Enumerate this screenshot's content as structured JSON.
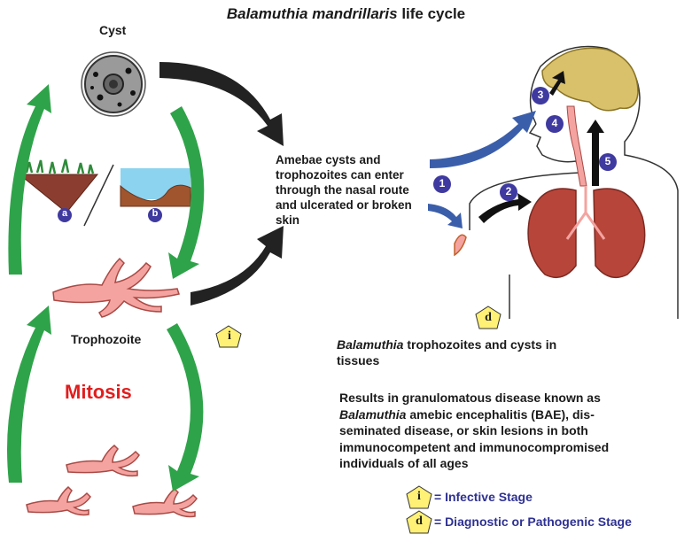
{
  "title": {
    "italic": "Balamuthia mandrillaris",
    "rest": "life cycle"
  },
  "labels": {
    "cyst": "Cyst",
    "trophozoite": "Trophozoite",
    "mitosis": "Mitosis",
    "soil_badge": "a",
    "water_badge": "b"
  },
  "entry_text": "Amebae cysts and trophozoites can enter through the nasal route and ulcerated or broken skin",
  "tissue_caption": {
    "italic": "Balamuthia",
    "rest": "trophozoites and cysts in tissues"
  },
  "results": {
    "line1": "Results in granulomatous disease known as",
    "line2_italic": "Balamuthia",
    "line2_rest": "amebic encephalitis (BAE), dis-",
    "line3": "seminated disease, or skin lesions in both",
    "line4": "immunocompetent and immunocompromised",
    "line5": "individuals of all ages"
  },
  "steps": [
    "1",
    "2",
    "3",
    "4",
    "5"
  ],
  "legend": [
    {
      "badge": "i",
      "text": "= Infective Stage"
    },
    {
      "badge": "d",
      "text": "= Diagnostic or Pathogenic Stage"
    }
  ],
  "colors": {
    "green_arrow": "#2fa34a",
    "dark_arrow": "#222222",
    "blue_arrow": "#3b5eaa",
    "brain": "#d9c06a",
    "lung": "#b8453a",
    "badge_yellow": "#fff176",
    "step_circle": "#3f3aa0",
    "mitosis_red": "#e11d1d",
    "legend_blue": "#2e3192"
  }
}
